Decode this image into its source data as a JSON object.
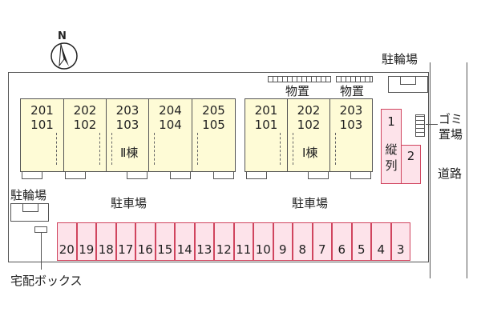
{
  "compass": {
    "label": "N"
  },
  "building_2": {
    "name": "Ⅱ棟",
    "units": [
      {
        "upper": "201",
        "lower": "101"
      },
      {
        "upper": "202",
        "lower": "102"
      },
      {
        "upper": "203",
        "lower": "103"
      },
      {
        "upper": "204",
        "lower": "104"
      },
      {
        "upper": "205",
        "lower": "105"
      }
    ]
  },
  "building_1": {
    "name": "Ⅰ棟",
    "units": [
      {
        "upper": "201",
        "lower": "101"
      },
      {
        "upper": "202",
        "lower": "102"
      },
      {
        "upper": "203",
        "lower": "103"
      }
    ]
  },
  "labels": {
    "storage_1": "物置",
    "storage_2": "物置",
    "bike_parking_top": "駐輪場",
    "bike_parking_left": "駐輪場",
    "parking_left": "駐車場",
    "parking_right": "駐車場",
    "garbage_1": "ゴミ",
    "garbage_2": "置場",
    "road": "道路",
    "delivery_box": "宅配ボックス",
    "tandem_1": "縦",
    "tandem_2": "列"
  },
  "parking_slots": [
    "20",
    "19",
    "18",
    "17",
    "16",
    "15",
    "14",
    "13",
    "12",
    "11",
    "10",
    "9",
    "8",
    "7",
    "6",
    "5",
    "4",
    "3"
  ],
  "side_slots": [
    "1",
    "2"
  ],
  "colors": {
    "building": "#fefbd6",
    "parking": "#fde3ea",
    "parking_border": "#d0445e",
    "line": "#555555"
  }
}
